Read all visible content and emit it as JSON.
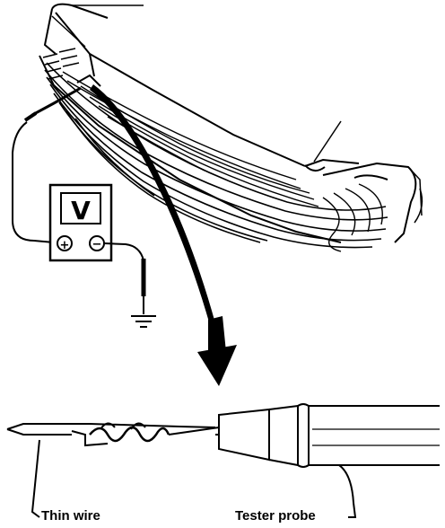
{
  "meter": {
    "display": "V",
    "positive_terminal": "⊕",
    "negative_terminal": "⊖"
  },
  "labels": {
    "thin_wire": "Thin wire",
    "tester_probe": "Tester probe"
  },
  "icons": [
    "voltmeter-icon",
    "ground-icon",
    "arrow-down-icon",
    "connector-harness-icon",
    "tester-probe-icon"
  ]
}
